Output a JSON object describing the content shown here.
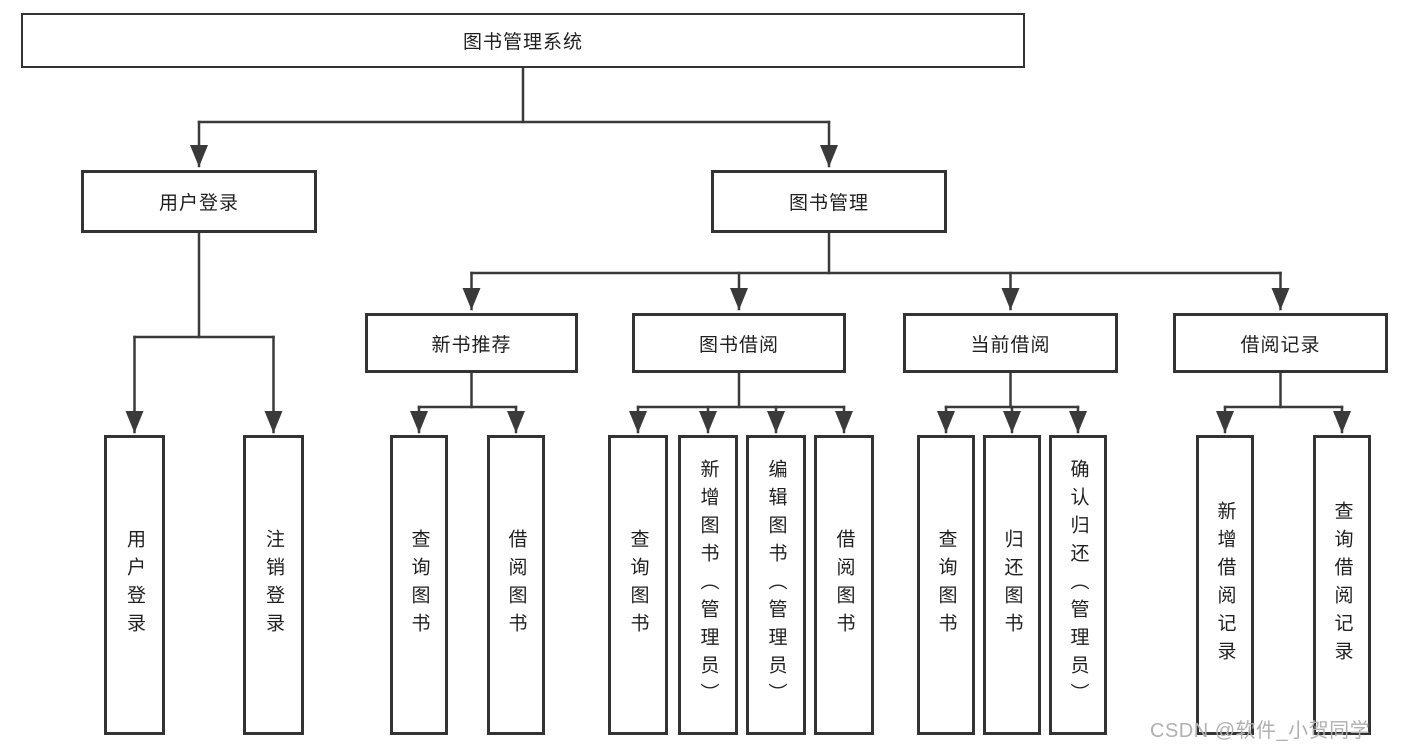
{
  "diagram": {
    "title": "图书管理系统",
    "level2": [
      {
        "label": "用户登录"
      },
      {
        "label": "图书管理"
      }
    ],
    "level3": [
      {
        "label": "新书推荐"
      },
      {
        "label": "图书借阅"
      },
      {
        "label": "当前借阅"
      },
      {
        "label": "借阅记录"
      }
    ],
    "leaves": {
      "user_login": [
        "用户登录",
        "注销登录"
      ],
      "new_book": [
        "查询图书",
        "借阅图书"
      ],
      "borrow": [
        "查询图书",
        "新增图书（管理员）",
        "编辑图书（管理员）",
        "借阅图书"
      ],
      "current": [
        "查询图书",
        "归还图书",
        "确认归还（管理员）"
      ],
      "records": [
        "新增借阅记录",
        "查询借阅记录"
      ]
    }
  },
  "watermark": "CSDN @软件_小贺同学",
  "colors": {
    "line": "#3a3a3a",
    "text": "#1f1f1f",
    "watermark": "#b0b0b0",
    "background": "#ffffff"
  }
}
